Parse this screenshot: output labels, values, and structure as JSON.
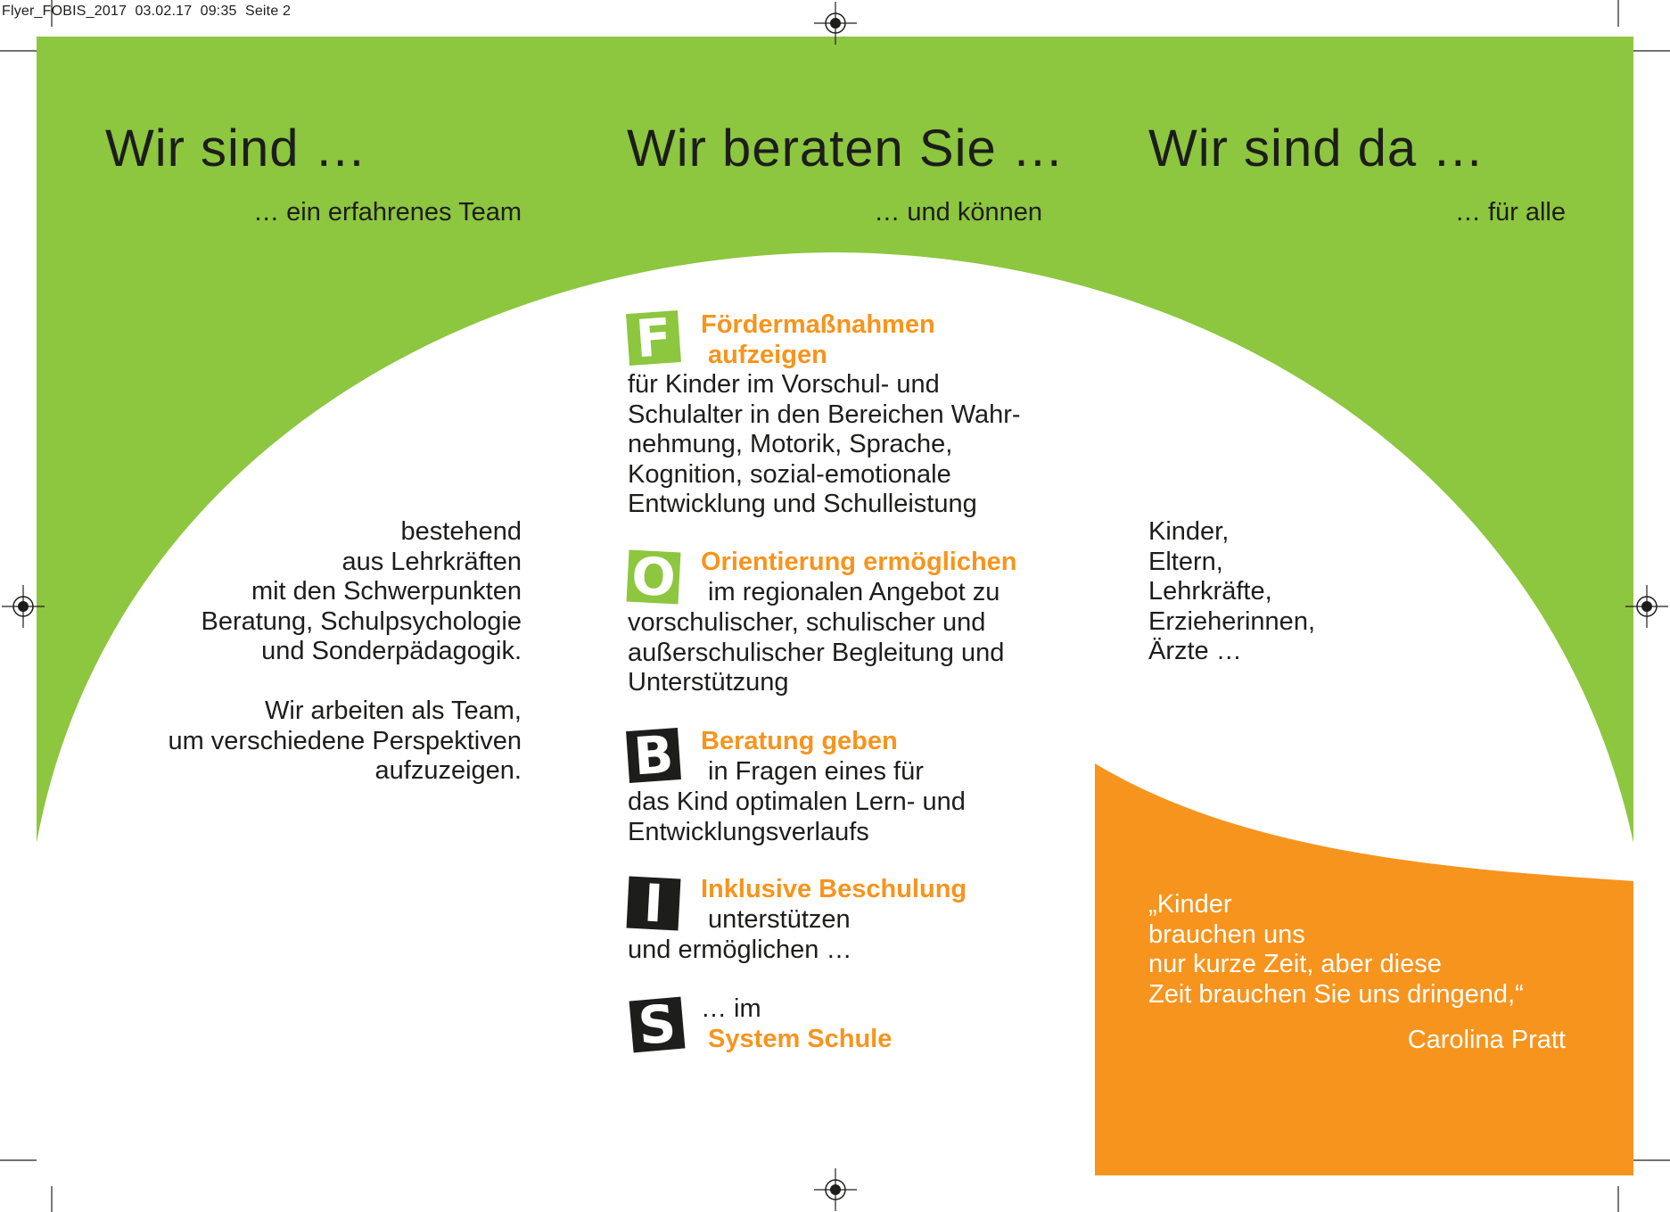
{
  "print_info": "Flyer_FOBIS_2017  03.02.17  09:35  Seite 2",
  "colors": {
    "green": "#8dc63f",
    "orange": "#f7941d",
    "text": "#1d1d1b"
  },
  "column1": {
    "heading": "Wir sind …",
    "subheading": "… ein erfahrenes Team",
    "paragraph1": [
      "bestehend",
      "aus Lehrkräften",
      "mit den Schwerpunkten",
      "Beratung, Schulpsychologie",
      "und Sonderpädagogik."
    ],
    "paragraph2": [
      "Wir arbeiten als Team,",
      "um verschiedene Perspektiven",
      "aufzuzeigen."
    ]
  },
  "column2": {
    "heading": "Wir beraten Sie …",
    "subheading": "… und können",
    "items": [
      {
        "letter": "F",
        "title": [
          "Fördermaßnahmen",
          " aufzeigen"
        ],
        "text": [
          "für Kinder im Vorschul- und",
          "Schulalter in den Bereichen Wahr-",
          "nehmung, Motorik, Sprache,",
          "Kognition, sozial-emotionale",
          "Entwicklung und Schulleistung"
        ]
      },
      {
        "letter": "O",
        "title": [
          "Orientierung ermöglichen"
        ],
        "text": [
          " im regionalen Angebot zu",
          "vorschulischer, schulischer und",
          "außerschulischer Begleitung und",
          "Unterstützung"
        ]
      },
      {
        "letter": "B",
        "title": [
          "Beratung geben"
        ],
        "text": [
          " in Fragen eines für",
          "das Kind optimalen Lern- und",
          "Entwicklungsverlaufs"
        ]
      },
      {
        "letter": "I",
        "title": [
          "Inklusive Beschulung"
        ],
        "text": [
          " unterstützen",
          "und ermöglichen …"
        ]
      },
      {
        "letter": "S",
        "pretext": "… im",
        "title": [
          " System Schule"
        ]
      }
    ]
  },
  "column3": {
    "heading": "Wir sind da …",
    "subheading": "… für alle",
    "list": [
      "Kinder,",
      "Eltern,",
      "Lehrkräfte,",
      "Erzieherinnen,",
      "Ärzte …"
    ],
    "quote": [
      "„Kinder",
      "brauchen uns",
      "nur kurze Zeit, aber diese",
      "Zeit brauchen Sie uns dringend,“"
    ],
    "author": "Carolina Pratt"
  }
}
